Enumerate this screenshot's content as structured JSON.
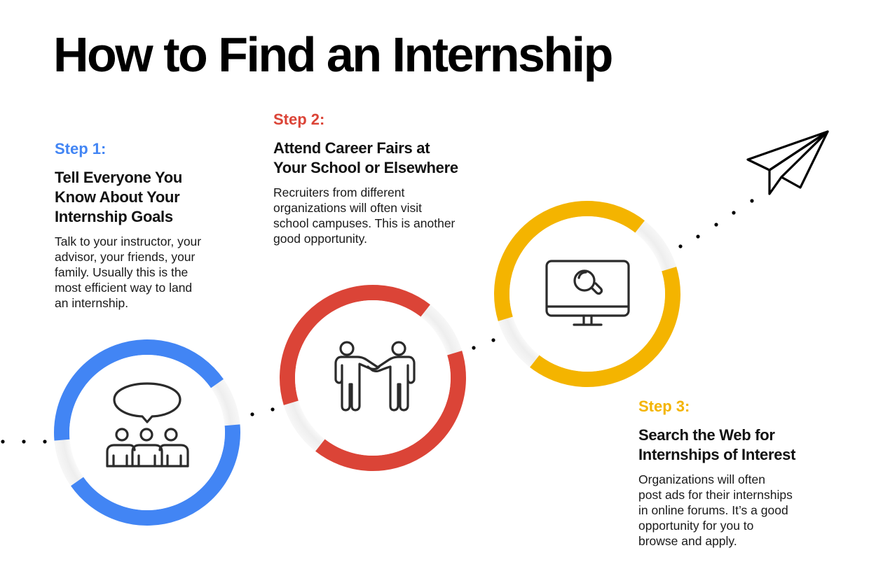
{
  "title": "How to Find an Internship",
  "colors": {
    "step1": "#4285f4",
    "step2": "#db4437",
    "step3": "#f4b400",
    "text": "#111111",
    "icon_stroke": "#2b2b2b"
  },
  "steps": [
    {
      "label": "Step 1:",
      "heading_lines": [
        "Tell Everyone You",
        "Know About Your",
        "Internship Goals"
      ],
      "body_lines": [
        "Talk to your instructor, your",
        "advisor, your friends, your",
        "family. Usually this is the",
        "most efficient way to land",
        "an internship."
      ],
      "icon": "group-speech-bubble-icon"
    },
    {
      "label": "Step 2:",
      "heading_lines": [
        "Attend Career Fairs at",
        "Your School or Elsewhere"
      ],
      "body_lines": [
        "Recruiters from different",
        "organizations will often visit",
        "school campuses. This is another",
        "good opportunity."
      ],
      "icon": "handshake-people-icon"
    },
    {
      "label": "Step 3:",
      "heading_lines": [
        "Search the Web for",
        "Internships of Interest"
      ],
      "body_lines": [
        "Organizations will often",
        "post ads for their internships",
        "in online forums. It’s a good",
        "opportunity for you to",
        "browse and apply."
      ],
      "icon": "monitor-search-icon"
    }
  ],
  "decorations": {
    "end_icon": "paper-plane-icon",
    "path": "dotted-line"
  }
}
